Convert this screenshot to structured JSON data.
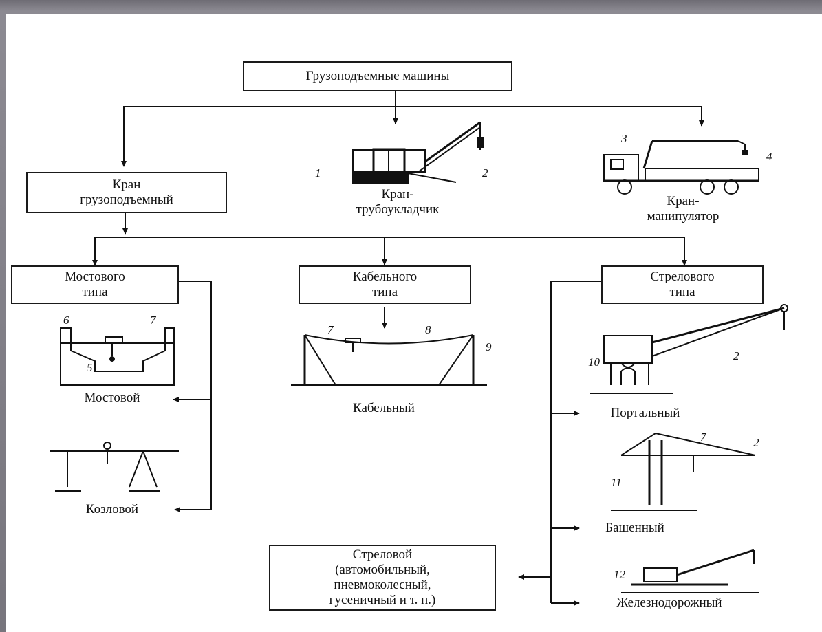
{
  "diagram": {
    "root": "Грузоподъемные машины",
    "crane_lifting": "Кран\nгрузоподъемный",
    "pipelayer": "Кран-\nтрубоукладчик",
    "manipulator": "Кран-\nманипулятор",
    "bridge_type": "Мостового\nтипа",
    "cable_type": "Кабельного\nтипа",
    "boom_type": "Стрелового\nтипа",
    "bridge": "Мостовой",
    "gantry": "Козловой",
    "cable": "Кабельный",
    "portal": "Портальный",
    "tower": "Башенный",
    "railway": "Железнодорожный",
    "mobile_boom": "Стреловой\n(автомобильный,\nпневмоколесный,\nгусеничный и т. п.)",
    "callouts": {
      "pipelayer_1": "1",
      "pipelayer_2": "2",
      "manip_3": "3",
      "manip_4": "4",
      "bridge_6": "6",
      "bridge_7": "7",
      "bridge_5": "5",
      "cable_7": "7",
      "cable_8": "8",
      "cable_9": "9",
      "portal_10": "10",
      "portal_2": "2",
      "tower_7": "7",
      "tower_2": "2",
      "tower_11": "11",
      "rail_12": "12"
    }
  }
}
